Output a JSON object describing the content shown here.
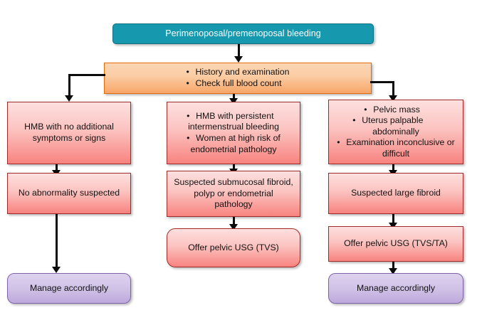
{
  "diagram": {
    "title": "Perimenoposal/premenoposal bleeding",
    "colors": {
      "teal": "#1698AE",
      "orange": "#F8A668",
      "pink": "#F8837F",
      "purple": "#BEA9DC",
      "connector": "#0b0b0b"
    },
    "nodes": {
      "start": {
        "label": "Perimenoposal/premenoposal bleeding"
      },
      "assessment": {
        "bullets": [
          "History and examination",
          "Check full blood count"
        ]
      },
      "left_branch": {
        "line1": "HMB with no additional",
        "line2": "symptoms or signs"
      },
      "middle_branch": {
        "b1l1": "HMB with persistent",
        "b1l2": "intermenstrual bleeding",
        "b2l1": "Women at high risk of",
        "b2l2": "endometrial pathology"
      },
      "right_branch": {
        "b1l1": "Pelvic mass",
        "b2l1": "Uterus palpable",
        "b2l2": "abdominally",
        "b3l1": "Examination inconclusive or",
        "b3l2": "difficult"
      },
      "left_result": {
        "label": "No abnormality suspected"
      },
      "middle_result": {
        "line1": "Suspected submucosal fibroid,",
        "line2": "polyp or endometrial",
        "line3": "pathology"
      },
      "right_result": {
        "label": "Suspected large fibroid"
      },
      "middle_action": {
        "label": "Offer pelvic USG (TVS)"
      },
      "right_action": {
        "label": "Offer pelvic USG (TVS/TA)"
      },
      "left_outcome": {
        "label": "Manage accordingly"
      },
      "right_outcome": {
        "label": "Manage accordingly"
      }
    }
  }
}
